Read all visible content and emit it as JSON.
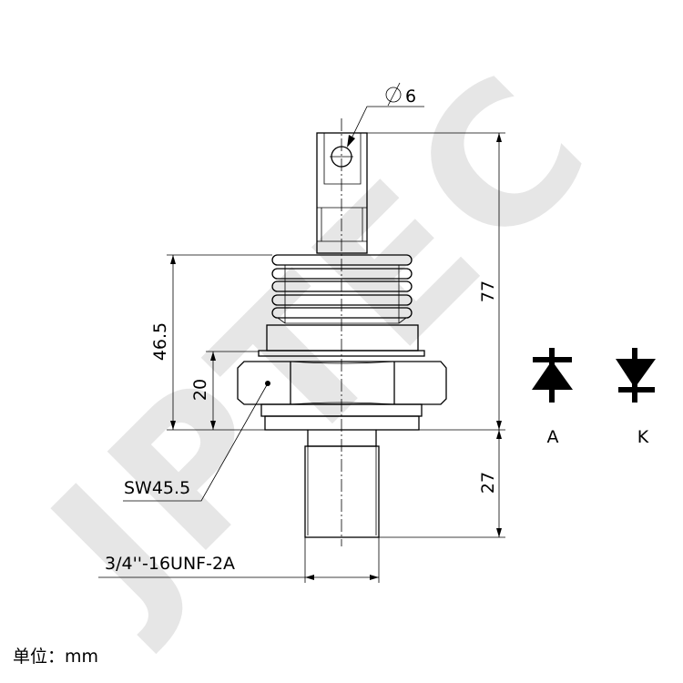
{
  "watermark": "JPTEC",
  "dimensions": {
    "hole_diameter": "6",
    "total_height": "77",
    "body_height": "46.5",
    "hex_height": "20",
    "stud_length": "27",
    "hex_size": "SW45.5",
    "thread": "3/4''-16UNF-2A"
  },
  "symbols": {
    "anode_label": "A",
    "cathode_label": "K"
  },
  "unit_label": "单位：mm",
  "colors": {
    "line": "#000000",
    "watermark": "#e6e6e6"
  }
}
